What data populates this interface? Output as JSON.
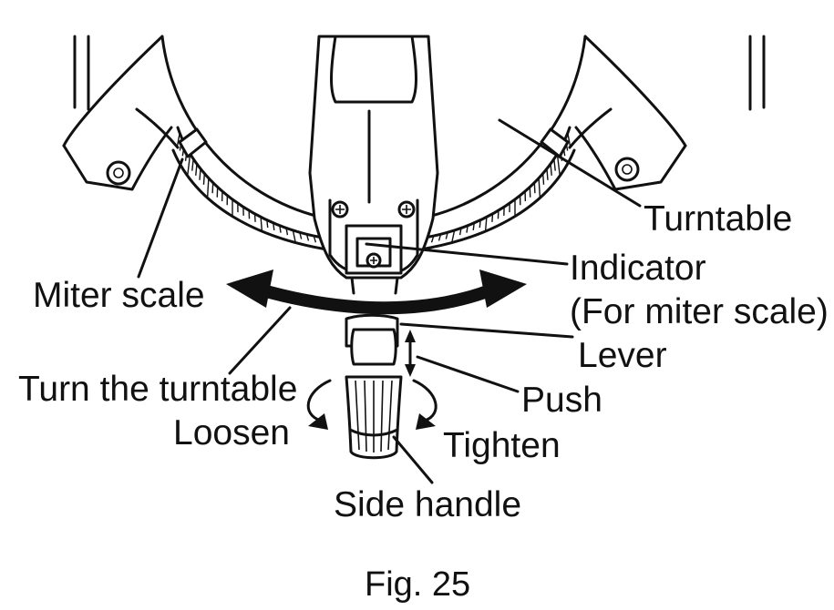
{
  "labels": {
    "turntable": "Turntable",
    "indicator": "Indicator",
    "for_miter_scale": "(For miter scale)",
    "miter_scale": "Miter scale",
    "lever": "Lever",
    "turn_the_turntable": "Turn the turntable",
    "push": "Push",
    "loosen": "Loosen",
    "tighten": "Tighten",
    "side_handle": "Side handle"
  },
  "caption": "Fig. 25",
  "colors": {
    "ink": "#111111",
    "background": "#ffffff"
  }
}
